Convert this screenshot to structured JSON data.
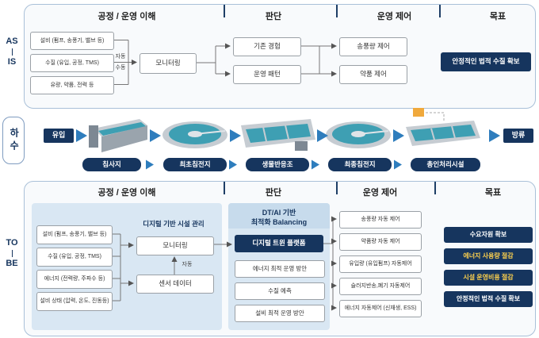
{
  "colors": {
    "navy": "#16355e",
    "accent_blue": "#2e7dbd",
    "panel_blue": "#d9e7f3",
    "highlight_yellow": "#ffd24d",
    "water_teal": "#3e9fb3"
  },
  "icons": {
    "flow_arrow_icon": "▶",
    "stage_arrow_icon": "▶"
  },
  "as_is": {
    "section_label_top": "AS",
    "section_label_bottom": "IS",
    "headers": [
      "공정 / 운영 이해",
      "판단",
      "운영 제어",
      "목표"
    ],
    "inputs": [
      "설비 (펌프, 송풍기, 밸브 등)",
      "수질 (유입, 공정, TMS)",
      "유량, 약품, 전력 등"
    ],
    "mode_auto": "자동",
    "mode_manual": "수동",
    "monitoring": "모니터링",
    "judgements": [
      "기존 경험",
      "운영 패턴"
    ],
    "controls": [
      "송풍량 제어",
      "약품 제어"
    ],
    "goal": "안정적인 법적 수질 확보"
  },
  "process": {
    "section_label": "하수",
    "inflow": "유입",
    "outflow": "방류",
    "stages": [
      "침사지",
      "최초침전지",
      "생물반응조",
      "최종침전지",
      "총인처리시설"
    ]
  },
  "to_be": {
    "section_label_top": "TO",
    "section_label_bottom": "BE",
    "headers": [
      "공정 / 운영 이해",
      "판단",
      "운영 제어",
      "목표"
    ],
    "inputs": [
      "설비 (펌프, 송풍기, 밸브 등)",
      "수질 (유입, 공정, TMS)",
      "에너지 (전력량, 주파수 등)",
      "설비 상태 (압력, 온도, 진동등)"
    ],
    "facility_title": "디지털 기반 시설 관리",
    "monitoring": "모니터링",
    "sensor": "센서 데이터",
    "auto_label": "자동",
    "judgement_title_line1": "DT/AI 기반",
    "judgement_title_line2": "최적화 Balancing",
    "platform": "디지털 트윈 플랫폼",
    "judgement_items": [
      "에너지 최적 운영 방안",
      "수질 예측",
      "설비 최적 운영 방안"
    ],
    "controls": [
      "송풍량 자동 제어",
      "약품량 자동 제어",
      "유입량 (유입펌프) 자동제어",
      "슬러지반송,폐기 자동제어",
      "에너지 자동제어 (신재생, ESS)"
    ],
    "goals": [
      "수요자원 확보",
      "에너지 사용량 절감",
      "시설 운영비용 절감",
      "안정적인 법적 수질 확보"
    ]
  }
}
